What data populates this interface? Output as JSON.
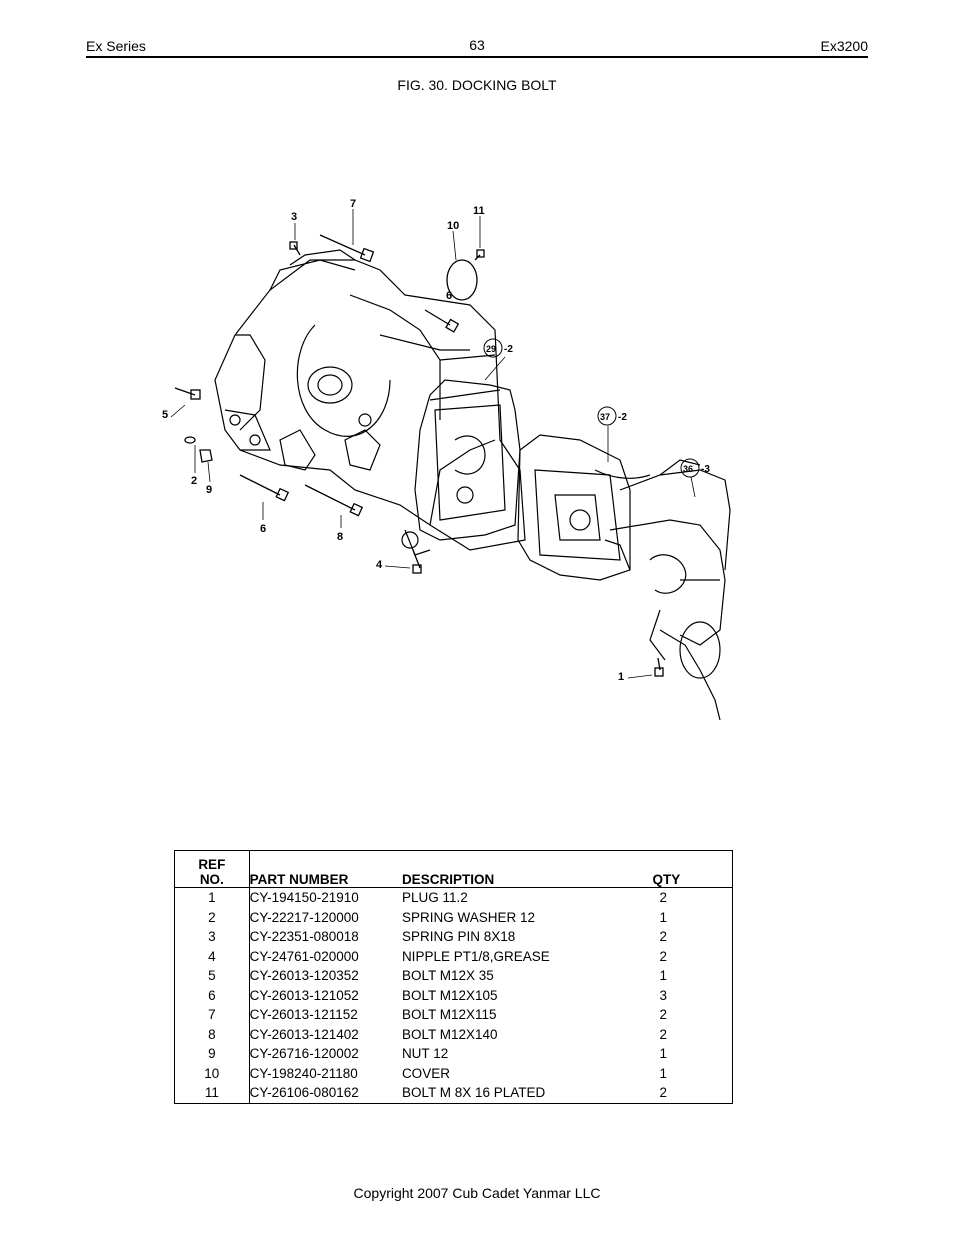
{
  "header": {
    "left": "Ex Series",
    "page_number": "63",
    "right": "Ex3200"
  },
  "figure_title": "FIG. 30. DOCKING BOLT",
  "diagram": {
    "callouts": [
      {
        "label": "1"
      },
      {
        "label": "2"
      },
      {
        "label": "3"
      },
      {
        "label": "4"
      },
      {
        "label": "5"
      },
      {
        "label": "6"
      },
      {
        "label": "6"
      },
      {
        "label": "7"
      },
      {
        "label": "8"
      },
      {
        "label": "9"
      },
      {
        "label": "10"
      },
      {
        "label": "11"
      }
    ],
    "references": [
      {
        "num": "29",
        "suffix": "-2"
      },
      {
        "num": "37",
        "suffix": "-2"
      },
      {
        "num": "36",
        "suffix": "-3"
      }
    ]
  },
  "table": {
    "headers": {
      "ref_line1": "REF",
      "ref_line2": "NO.",
      "part_number": "PART NUMBER",
      "description": "DESCRIPTION",
      "qty": "QTY"
    },
    "rows": [
      {
        "ref": "1",
        "part": "CY-194150-21910",
        "desc": "PLUG 11.2",
        "qty": "2"
      },
      {
        "ref": "2",
        "part": "CY-22217-120000",
        "desc": "SPRING WASHER 12",
        "qty": "1"
      },
      {
        "ref": "3",
        "part": "CY-22351-080018",
        "desc": "SPRING PIN 8X18",
        "qty": "2"
      },
      {
        "ref": "4",
        "part": "CY-24761-020000",
        "desc": "NIPPLE PT1/8,GREASE",
        "qty": "2"
      },
      {
        "ref": "5",
        "part": "CY-26013-120352",
        "desc": "BOLT M12X 35",
        "qty": "1"
      },
      {
        "ref": "6",
        "part": "CY-26013-121052",
        "desc": "BOLT M12X105",
        "qty": "3"
      },
      {
        "ref": "7",
        "part": "CY-26013-121152",
        "desc": "BOLT M12X115",
        "qty": "2"
      },
      {
        "ref": "8",
        "part": "CY-26013-121402",
        "desc": "BOLT M12X140",
        "qty": "2"
      },
      {
        "ref": "9",
        "part": "CY-26716-120002",
        "desc": "NUT 12",
        "qty": "1"
      },
      {
        "ref": "10",
        "part": "CY-198240-21180",
        "desc": "COVER",
        "qty": "1"
      },
      {
        "ref": "11",
        "part": "CY-26106-080162",
        "desc": "BOLT M 8X 16 PLATED",
        "qty": "2"
      }
    ]
  },
  "footer": "Copyright 2007 Cub Cadet Yanmar LLC"
}
